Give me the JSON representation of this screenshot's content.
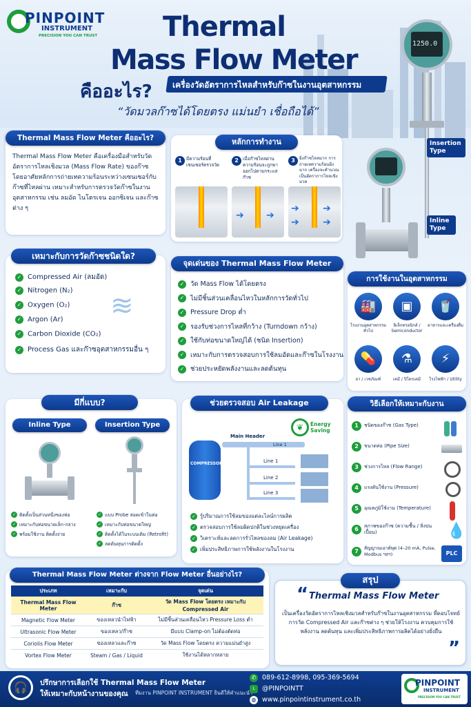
{
  "brand": {
    "name": "PINPOINT",
    "name2": "INSTRUMENT",
    "tagline": "PRECISION YOU CAN TRUST",
    "accent": "#0d3a8c",
    "green": "#1e9d3c"
  },
  "hero": {
    "title1": "Thermal",
    "title2": "Mass Flow Meter",
    "kue_arai": "คืออะไร?",
    "subtitle": "เครื่องวัดอัตราการไหลสำหรับก๊าซในงานอุตสาหกรรม",
    "quote": "“วัดมวลก๊าซได้โดยตรง แม่นยำ เชื่อถือได้”",
    "display_value": "1250.0",
    "insertion_tag": "Insertion Type",
    "inline_tag": "Inline Type"
  },
  "whatis": {
    "heading": "Thermal Mass Flow Meter คืออะไร?",
    "body": "Thermal Mass Flow Meter คือเครื่องมือสำหรับวัดอัตราการไหลเชิงมวล (Mass Flow Rate) ของก๊าซ โดยอาศัยหลักการถ่ายเทความร้อนระหว่างเซนเซอร์กับก๊าซที่ไหลผ่าน เหมาะสำหรับการตรวจวัดก๊าซในงานอุตสาหกรรม เช่น ลมอัด ไนโตรเจน ออกซิเจน และก๊าซต่าง ๆ"
  },
  "principle": {
    "heading": "หลักการทำงาน",
    "steps": [
      {
        "n": "1",
        "text": "มีความร้อนที่เซนเซอร์ตรวจวัด"
      },
      {
        "n": "2",
        "text": "เมื่อก๊าซไหลผ่านความร้อนจะถูกพาออกไปตามกระแสก๊าซ"
      },
      {
        "n": "3",
        "text": "ยิ่งก๊าซไหลมาก การถ่ายเทความร้อนยิ่งมาก เครื่องจะคำนวณเป็นอัตราการไหลเชิงมวล"
      }
    ]
  },
  "gases": {
    "heading": "เหมาะกับการวัดก๊าซชนิดใด?",
    "items": [
      "Compressed Air  (ลมอัด)",
      "Nitrogen (N₂)",
      "Oxygen  (O₂)",
      "Argon  (Ar)",
      "Carbon Dioxide  (CO₂)",
      "Process Gas  และก๊าซอุตสาหกรรมอื่น ๆ"
    ]
  },
  "highlights": {
    "heading": "จุดเด่นของ Thermal Mass Flow Meter",
    "items": [
      "วัด Mass Flow ได้โดยตรง",
      "ไม่มีชิ้นส่วนเคลื่อนไหวในหลักการวัดทั่วไป",
      "Pressure Drop ต่ำ",
      "รองรับช่วงการไหลที่กว้าง (Turndown กว้าง)",
      "ใช้กับท่อขนาดใหญ่ได้ (ชนิด Insertion)",
      "เหมาะกับการตรวจสอบการใช้ลมอัดและก๊าซในโรงงาน",
      "ช่วยประหยัดพลังงานและลดต้นทุน"
    ]
  },
  "industry": {
    "heading": "การใช้งานในอุตสาหกรรม",
    "items": [
      {
        "icon": "factory-icon",
        "glyph": "🏭",
        "label": "โรงงานอุตสาหกรรมทั่วไป"
      },
      {
        "icon": "chip-icon",
        "glyph": "▣",
        "label": "อิเล็กทรอนิกส์ / Semiconductor"
      },
      {
        "icon": "food-drink-icon",
        "glyph": "🥤",
        "label": "อาหารและเครื่องดื่ม"
      },
      {
        "icon": "pill-icon",
        "glyph": "💊",
        "label": "ยา / เวชภัณฑ์"
      },
      {
        "icon": "chemical-plant-icon",
        "glyph": "⚗",
        "label": "เคมี / ปิโตรเคมี"
      },
      {
        "icon": "power-tower-icon",
        "glyph": "⚡",
        "label": "โรงไฟฟ้า / Utility"
      }
    ]
  },
  "types": {
    "heading": "มีกี่แบบ?",
    "inline": {
      "title": "Inline Type",
      "items": [
        "ติดตั้งเป็นส่วนหนึ่งของท่อ",
        "เหมาะกับท่อขนาดเล็ก-กลาง",
        "พร้อมใช้งาน ติดตั้งง่าย"
      ]
    },
    "insertion": {
      "title": "Insertion Type",
      "items": [
        "แบบ Probe สอดเข้าในท่อ",
        "เหมาะกับท่อขนาดใหญ่",
        "ติดตั้งได้ในระบบเดิม (Retrofit)",
        "ลดต้นทุนการติดตั้ง"
      ]
    }
  },
  "leak": {
    "heading": "ช่วยตรวจสอบ Air Leakage",
    "energy": "Energy Saving",
    "main_header": "Main Header",
    "compressor": "COMPRESSOR",
    "lines": [
      "Line 1",
      "Line 1",
      "Line 2",
      "Line 3"
    ],
    "items": [
      "รู้ปริมาณการใช้ลมของแต่ละไลน์การผลิต",
      "ตรวจสอบการใช้ลมผิดปกติในช่วงหยุดเครื่อง",
      "วิเคราะห์และลดการรั่วไหลของลม (Air Leakage)",
      "เพิ่มประสิทธิภาพการใช้พลังงานในโรงงาน"
    ]
  },
  "choose": {
    "heading": "วิธีเลือกให้เหมาะกับงาน",
    "items": [
      {
        "n": "1",
        "text": "ชนิดของก๊าซ (Gas Type)",
        "icon": "gas-cylinder-icon"
      },
      {
        "n": "2",
        "text": "ขนาดท่อ (Pipe Size)",
        "icon": "pipe-icon"
      },
      {
        "n": "3",
        "text": "ช่วงการไหล (Flow Range)",
        "icon": "gauge-icon"
      },
      {
        "n": "4",
        "text": "แรงดันใช้งาน (Pressure)",
        "icon": "pressure-gauge-icon"
      },
      {
        "n": "5",
        "text": "อุณหภูมิใช้งาน (Temperature)",
        "icon": "thermometer-icon"
      },
      {
        "n": "6",
        "text": "สภาพของก๊าซ (ความชื้น / สิ่งปนเปื้อน)",
        "icon": "droplet-icon"
      },
      {
        "n": "7",
        "text": "สัญญาณเอาต์พุต (4–20 mA, Pulse, Modbus ฯลฯ)",
        "icon": "plc-icon"
      }
    ],
    "plc": "PLC"
  },
  "compare": {
    "heading": "Thermal Mass Flow Meter ต่างจาก Flow Meter อื่นอย่างไร?",
    "headers": [
      "ประเภท",
      "เหมาะกับ",
      "จุดเด่น"
    ],
    "rows": [
      [
        "Thermal Mass Flow Meter",
        "ก๊าซ",
        "วัด Mass Flow โดยตรง เหมาะกับ Compressed Air"
      ],
      [
        "Magnetic Flow Meter",
        "ของเหลวนำไฟฟ้า",
        "ไม่มีชิ้นส่วนเคลื่อนไหว Pressure Loss ต่ำ"
      ],
      [
        "Ultrasonic Flow Meter",
        "ของเหลว/ก๊าซ",
        "มีแบบ Clamp-on ไม่ต้องตัดท่อ"
      ],
      [
        "Coriolis Flow Meter",
        "ของเหลวและก๊าซ",
        "วัด Mass Flow โดยตรง ความแม่นยำสูง"
      ],
      [
        "Vortex Flow Meter",
        "Steam / Gas / Liquid",
        "ใช้งานได้หลากหลาย"
      ]
    ]
  },
  "summary": {
    "heading": "สรุป",
    "title": "Thermal Mass Flow Meter",
    "body": "เป็นเครื่องวัดอัตราการไหลเชิงมวลสำหรับก๊าซในงานอุตสาหกรรม ที่ตอบโจทย์การวัด Compressed Air และก๊าซต่าง ๆ ช่วยให้โรงงาน ควบคุมการใช้พลังงาน ลดต้นทุน และเพิ่มประสิทธิภาพการผลิตได้อย่างยั่งยืน"
  },
  "footer": {
    "line1": "ปรึกษาการเลือกใช้ Thermal Mass Flow Meter",
    "line2": "ให้เหมาะกับหน้างานของคุณ",
    "line3": "ทีมงาน PINPOINT INSTRUMENT ยินดีให้คำแนะนำ",
    "phone": "089-612-8998, 095-369-5694",
    "line_id": "@PINPOINTT",
    "website": "www.pinpointinstrument.co.th"
  }
}
